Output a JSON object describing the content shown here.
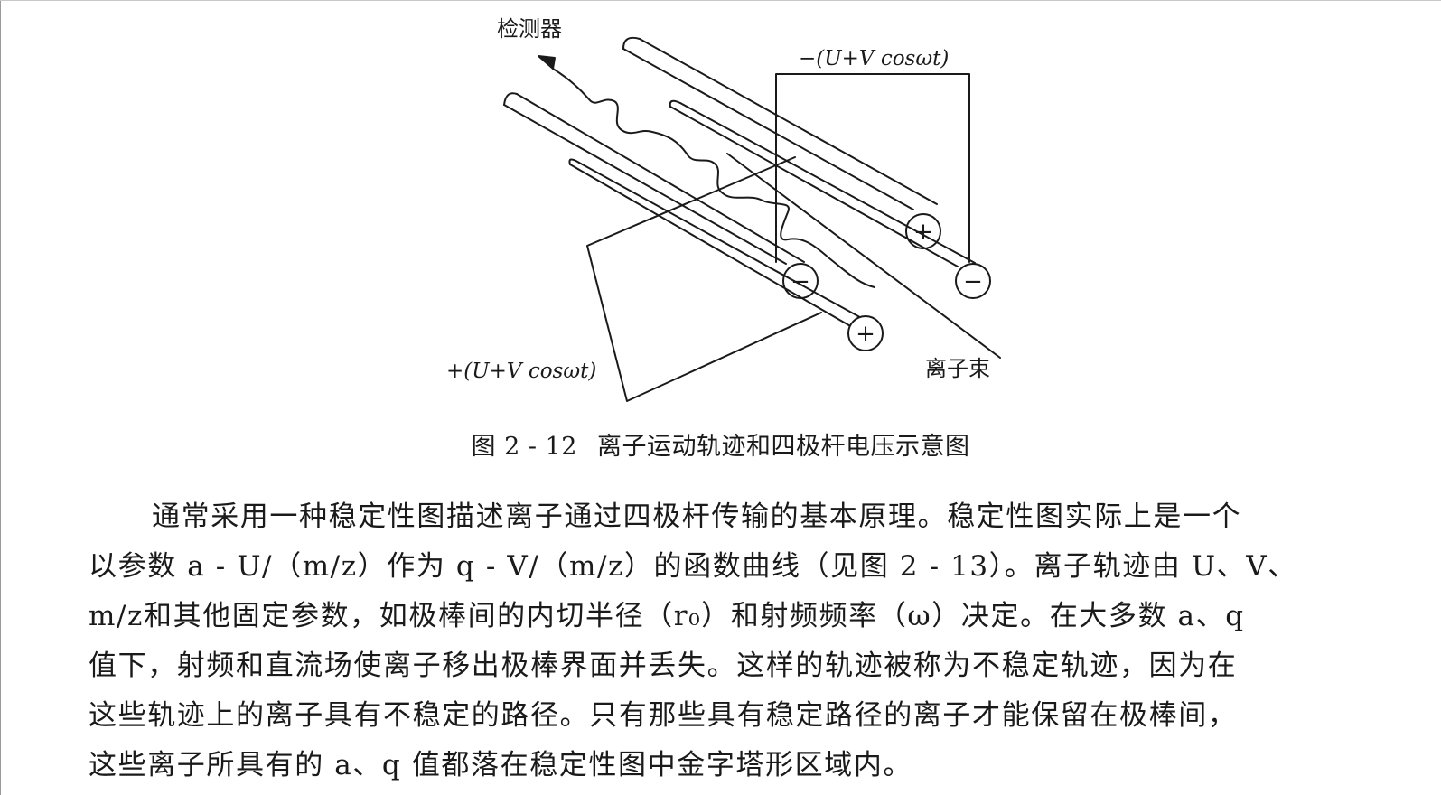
{
  "figure": {
    "label_detector": "检测器",
    "label_top_voltage": "−(U+V cosωt)",
    "label_bottom_voltage": "+(U+V cosωt)",
    "label_ion_beam": "离子束",
    "pole_signs": {
      "upper_right": "+",
      "middle_right": "−",
      "lower_left_minus": "−",
      "lower_left_plus": "+"
    }
  },
  "caption": {
    "number": "图 2 - 12",
    "title": "离子运动轨迹和四极杆电压示意图"
  },
  "paragraph": {
    "lines": [
      "通常采用一种稳定性图描述离子通过四极杆传输的基本原理。稳定性图实际上是一个",
      "以参数 a - U/（m/z）作为 q - V/（m/z）的函数曲线（见图 2 - 13）。离子轨迹由 U、V、",
      "m/z和其他固定参数，如极棒间的内切半径（r₀）和射频频率（ω）决定。在大多数 a、q",
      "值下，射频和直流场使离子移出极棒界面并丢失。这样的轨迹被称为不稳定轨迹，因为在",
      "这些轨迹上的离子具有不稳定的路径。只有那些具有稳定路径的离子才能保留在极棒间，",
      "这些离子所具有的 a、q 值都落在稳定性图中金字塔形区域内。"
    ]
  }
}
